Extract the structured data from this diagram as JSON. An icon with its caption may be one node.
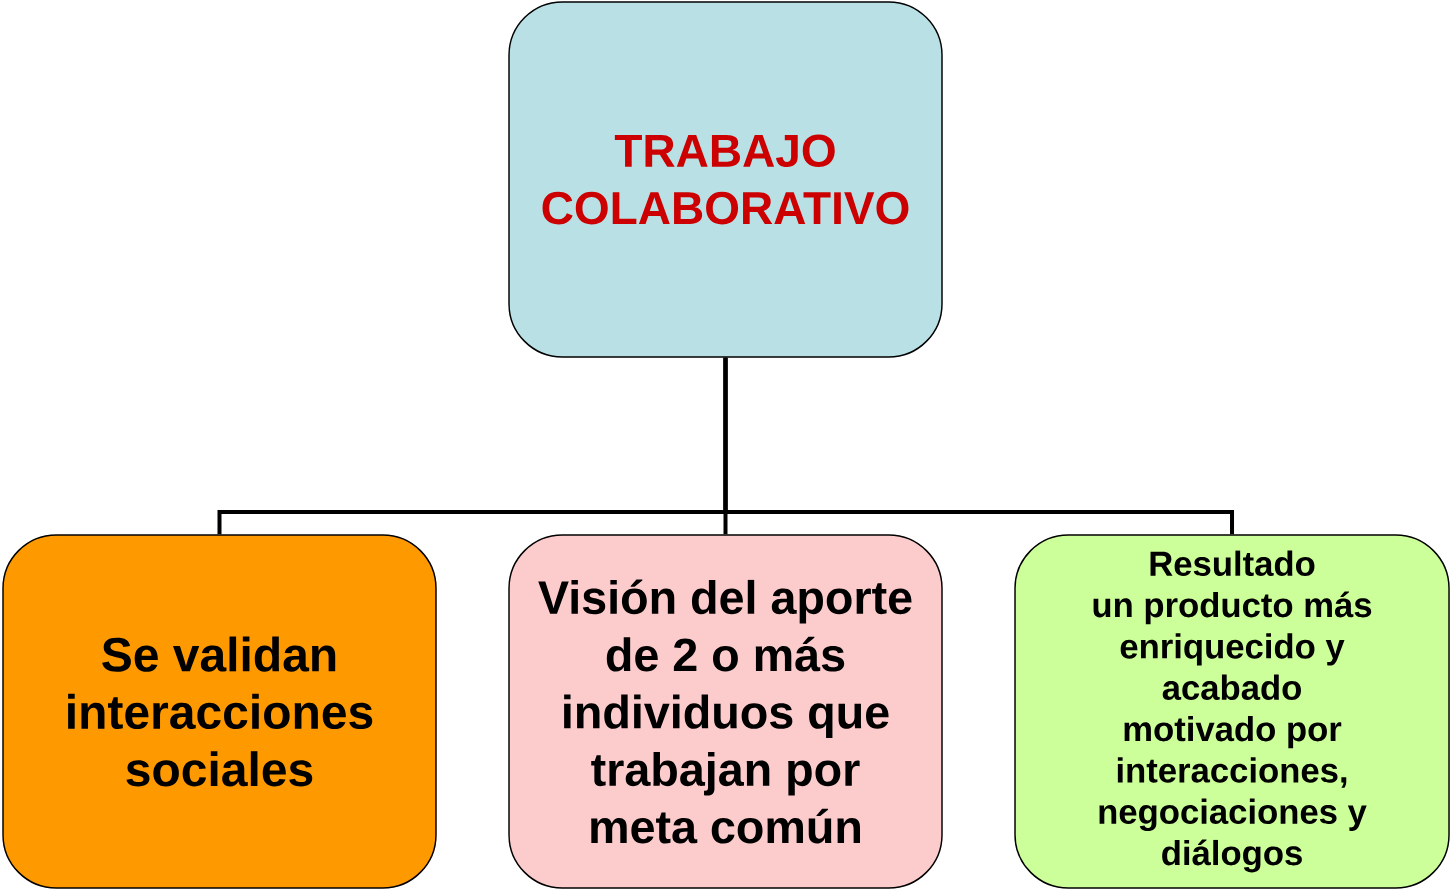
{
  "diagram": {
    "nodes": [
      {
        "text": [
          "TRABAJO COLABORATIVO"
        ]
      },
      {
        "text": [
          "Se validan interacciones sociales"
        ]
      },
      {
        "text": [
          "Visión del aporte de 2 o más individuos que trabajan por meta común"
        ]
      },
      {
        "text": [
          "Resultado",
          "un producto más enriquecido y acabado motivado por interacciones, negociaciones y diálogos"
        ]
      }
    ],
    "edges": [
      {
        "from": 0,
        "to": 1,
        "arrow": "none"
      },
      {
        "from": 0,
        "to": 2,
        "arrow": "none"
      },
      {
        "from": 0,
        "to": 3,
        "arrow": "none"
      }
    ]
  }
}
